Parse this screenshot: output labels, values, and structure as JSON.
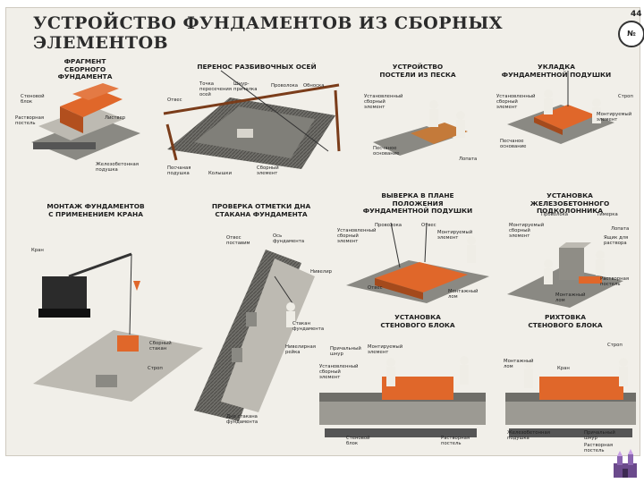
{
  "page": {
    "title": "УСТРОЙСТВО ФУНДАМЕНТОВ ИЗ СБОРНЫХ ЭЛЕМЕНТОВ",
    "badge": "№",
    "page_number": "44"
  },
  "sections": {
    "fragment": {
      "title": "ФРАГМЕНТ\nСБОРНОГО ФУНДАМЕНТА",
      "labels": [
        "Стеновой\nблок",
        "Растворная\nпостель",
        "Листвер",
        "Железобетонная\nподушка"
      ]
    },
    "axes": {
      "title": "ПЕРЕНОС РАЗБИВОЧНЫХ ОСЕЙ",
      "labels": [
        "Точка\nпересечения\nосей",
        "Шнур-\nпричалка",
        "Проволока",
        "Обноска",
        "Отвес",
        "Песчаная\nподушка",
        "Колышки",
        "Сборный\nэлемент"
      ]
    },
    "sand": {
      "title": "УСТРОЙСТВО\nПОСТЕЛИ ИЗ ПЕСКА",
      "labels": [
        "Установленный\nсборный\nэлемент",
        "Песчаное\nоснование",
        "Лопата"
      ]
    },
    "cushion": {
      "title": "УКЛАДКА\nФУНДАМЕНТНОЙ ПОДУШКИ",
      "labels": [
        "Установленный\nсборный\nэлемент",
        "Строп",
        "Монтируемый\nэлемент",
        "Песчаное\nоснование"
      ]
    },
    "crane": {
      "title": "МОНТАЖ ФУНДАМЕНТОВ\nС ПРИМЕНЕНИЕМ КРАНА",
      "labels": [
        "Кран",
        "Сборный\nстакан",
        "Строп"
      ]
    },
    "check": {
      "title": "ПРОВЕРКА ОТМЕТКИ ДНА\nСТАКАНА ФУНДАМЕНТА",
      "labels": [
        "Отвес\nпоставим",
        "Ось\nфундамента",
        "Нивелир",
        "Стакан\nфундамента",
        "Нивелирная\nрейка",
        "Дно стакана\nфундамента"
      ]
    },
    "align": {
      "title": "ВЫВЕРКА В ПЛАНЕ\nПОЛОЖЕНИЯ\nФУНДАМЕНТНОЙ ПОДУШКИ",
      "labels": [
        "Проволока",
        "Установленный\nсборный\nэлемент",
        "Отвес",
        "Монтируемый\nэлемент",
        "Отвес",
        "Монтажный\nлом"
      ]
    },
    "column": {
      "title": "УСТАНОВКА\nЖЕЛЕЗОБЕТОННОГО\nПОДКОЛОННИКА",
      "labels": [
        "Проволока",
        "Монтируемый\nсборный\nэлемент",
        "Тимерка",
        "Лопата",
        "Ящик для\nраствора",
        "Растворная\nпостель",
        "Монтажный\nлом"
      ]
    },
    "wallblock": {
      "title": "УСТАНОВКА\nСТЕНОВОГО БЛОКА",
      "labels": [
        "Причальный\nшнур",
        "Монтируемый\nэлемент",
        "Установленный\nсборный\nэлемент",
        "Стеновой\nблок",
        "Растворная\nпостель"
      ]
    },
    "rihtovka": {
      "title": "РИХТОВКА\nСТЕНОВОГО БЛОКА",
      "labels": [
        "Монтажный\nлом",
        "Строп",
        "Кран",
        "Железобетонная\nподушка",
        "Причальный\nшнур",
        "Растворная\nпостель"
      ]
    }
  },
  "colors": {
    "accent": "#e0672a",
    "concrete": "#9c9a93",
    "soil": "#6b6b66",
    "worker": "#efede6"
  }
}
